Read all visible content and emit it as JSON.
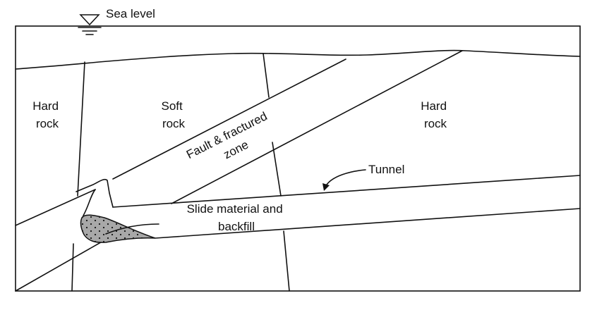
{
  "labels": {
    "sea_level": "Sea level",
    "hard_rock_left": [
      "Hard",
      "rock"
    ],
    "soft_rock": [
      "Soft",
      "rock"
    ],
    "hard_rock_right": [
      "Hard",
      "rock"
    ],
    "fault_zone": [
      "Fault & fractured",
      "zone"
    ],
    "tunnel": "Tunnel",
    "slide_material": [
      "Slide material and",
      "backfill"
    ]
  },
  "colors": {
    "line": "#111111",
    "slide_fill": "#a8a8a8",
    "background": "#ffffff"
  },
  "icons": {
    "sea_level_marker": "inverted-triangle-water-level-icon"
  }
}
